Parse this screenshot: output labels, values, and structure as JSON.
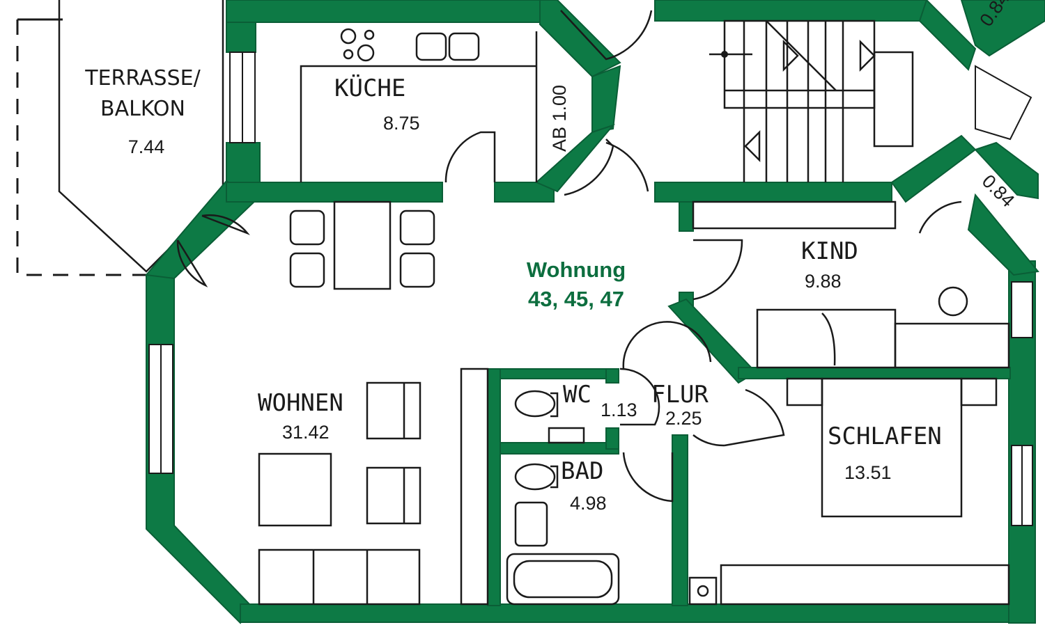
{
  "colors": {
    "wall": "#0d7a45",
    "title": "#0d6e3f",
    "line": "#1a1a1a",
    "background": "#ffffff"
  },
  "title": {
    "line1": "Wohnung",
    "line2": "43, 45, 47"
  },
  "rooms": {
    "terrasse": {
      "name_line1": "TERRASSE/",
      "name_line2": "BALKON",
      "area": "7.44"
    },
    "kueche": {
      "name": "KÜCHE",
      "area": "8.75"
    },
    "wohnen": {
      "name": "WOHNEN",
      "area": "31.42"
    },
    "kind": {
      "name": "KIND",
      "area": "9.88"
    },
    "wc": {
      "name": "WC",
      "area": "1.13"
    },
    "flur": {
      "name": "FLUR",
      "area": "2.25"
    },
    "bad": {
      "name": "BAD",
      "area": "4.98"
    },
    "schlafen": {
      "name": "SCHLAFEN",
      "area": "13.51"
    }
  },
  "dimensions": {
    "kitchen_counter": "AB 1.00",
    "window_top": "0.84",
    "window_right": "0.84"
  }
}
